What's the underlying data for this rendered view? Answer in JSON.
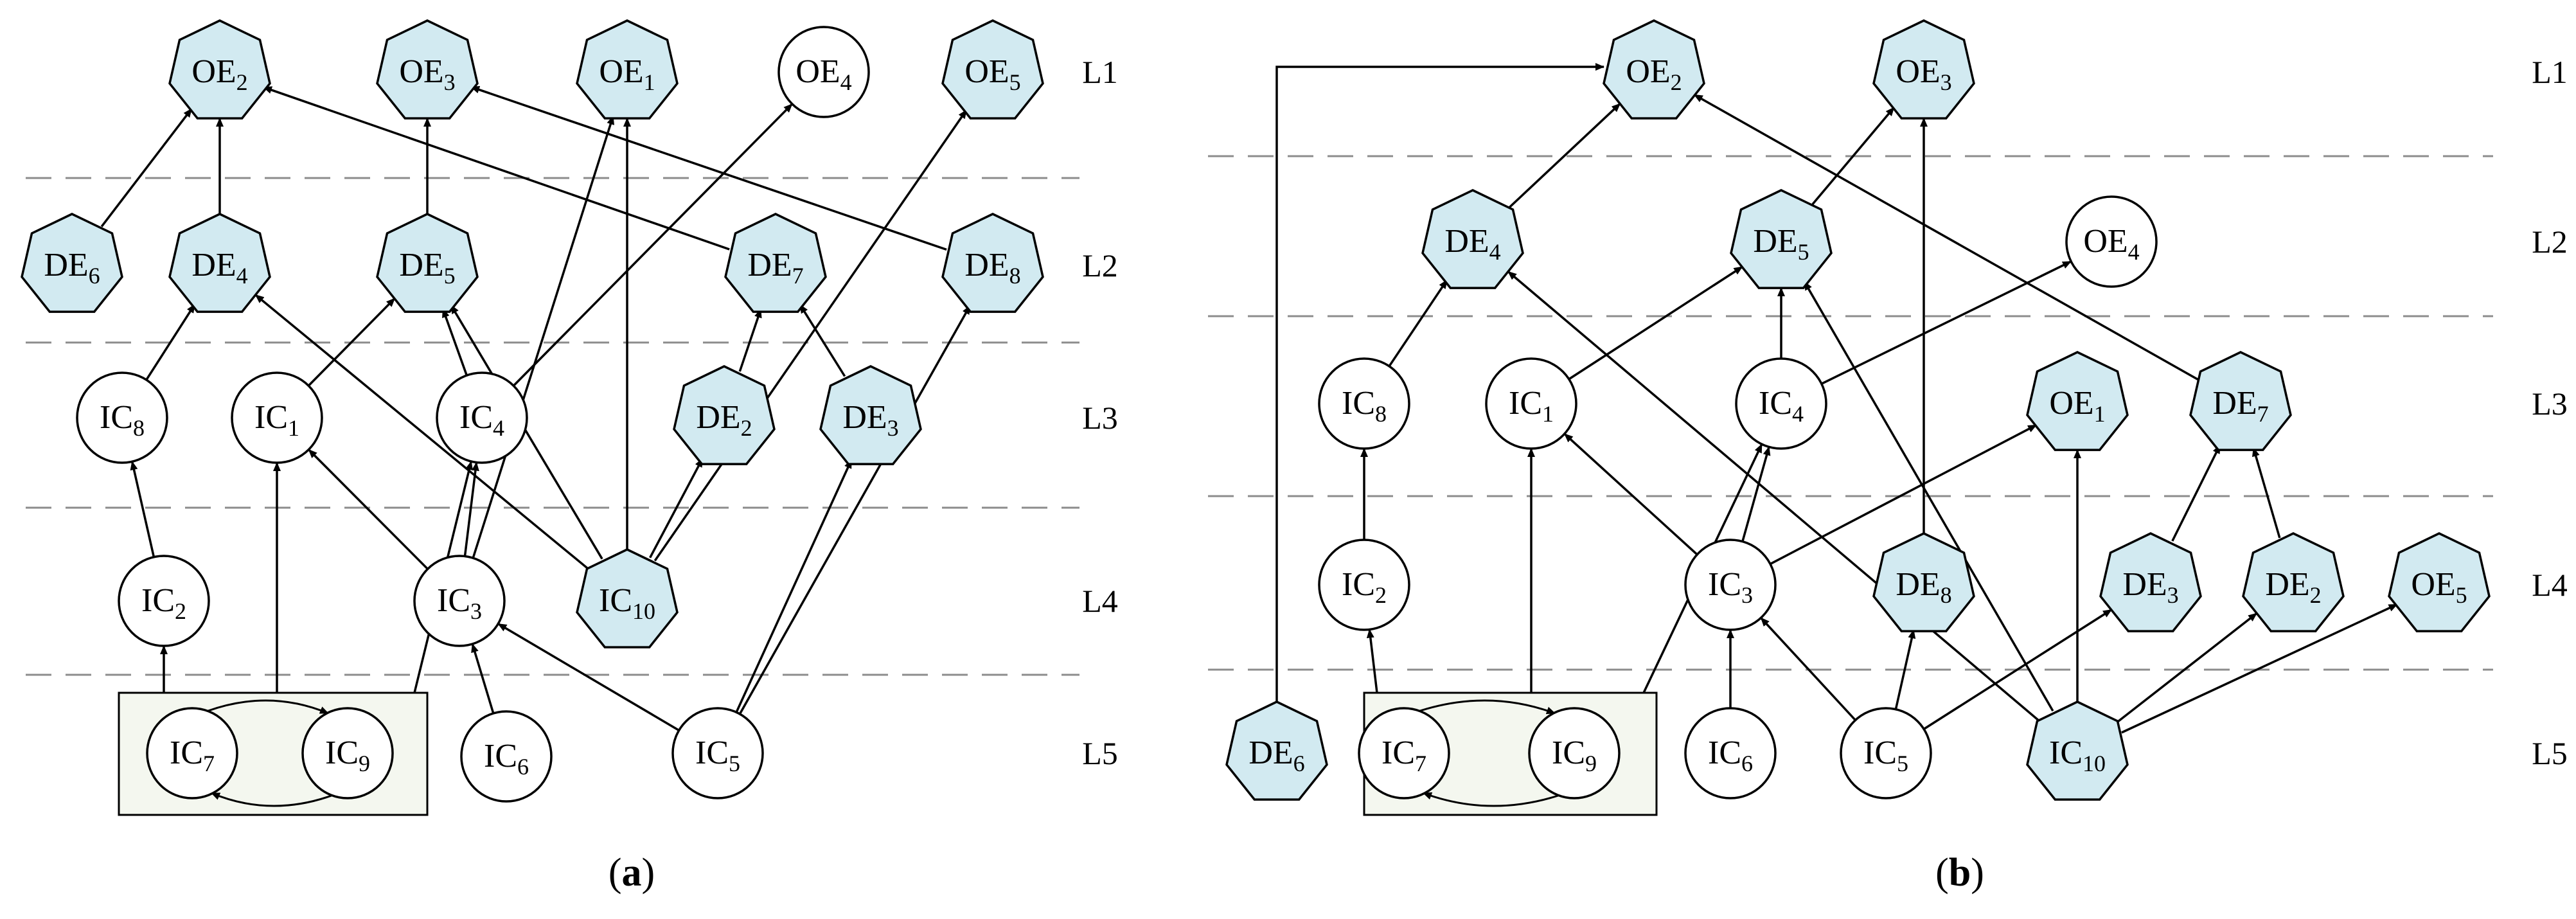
{
  "colors": {
    "hexagon_fill": "#d2eaf1",
    "circle_fill": "#ffffff",
    "group_box_fill": "#f4f7ef",
    "stroke": "#000000",
    "dashed_line": "#8c8c8c"
  },
  "panels": [
    {
      "id": "a",
      "caption_letter": "a",
      "levels": [
        "L1",
        "L2",
        "L3",
        "L4",
        "L5"
      ],
      "nodes": [
        {
          "id": "OE2",
          "main": "OE",
          "sub": "2",
          "shape": "heptagon"
        },
        {
          "id": "OE3",
          "main": "OE",
          "sub": "3",
          "shape": "heptagon"
        },
        {
          "id": "OE1",
          "main": "OE",
          "sub": "1",
          "shape": "heptagon"
        },
        {
          "id": "OE4",
          "main": "OE",
          "sub": "4",
          "shape": "circle"
        },
        {
          "id": "OE5",
          "main": "OE",
          "sub": "5",
          "shape": "heptagon"
        },
        {
          "id": "DE6",
          "main": "DE",
          "sub": "6",
          "shape": "heptagon"
        },
        {
          "id": "DE4",
          "main": "DE",
          "sub": "4",
          "shape": "heptagon"
        },
        {
          "id": "DE5",
          "main": "DE",
          "sub": "5",
          "shape": "heptagon"
        },
        {
          "id": "DE7",
          "main": "DE",
          "sub": "7",
          "shape": "heptagon"
        },
        {
          "id": "DE8",
          "main": "DE",
          "sub": "8",
          "shape": "heptagon"
        },
        {
          "id": "IC8",
          "main": "IC",
          "sub": "8",
          "shape": "circle"
        },
        {
          "id": "IC1",
          "main": "IC",
          "sub": "1",
          "shape": "circle"
        },
        {
          "id": "IC4",
          "main": "IC",
          "sub": "4",
          "shape": "circle"
        },
        {
          "id": "DE2",
          "main": "DE",
          "sub": "2",
          "shape": "heptagon"
        },
        {
          "id": "DE3",
          "main": "DE",
          "sub": "3",
          "shape": "heptagon"
        },
        {
          "id": "IC2",
          "main": "IC",
          "sub": "2",
          "shape": "circle"
        },
        {
          "id": "IC3",
          "main": "IC",
          "sub": "3",
          "shape": "circle"
        },
        {
          "id": "IC10",
          "main": "IC",
          "sub": "10",
          "shape": "heptagon"
        },
        {
          "id": "IC7",
          "main": "IC",
          "sub": "7",
          "shape": "circle"
        },
        {
          "id": "IC9",
          "main": "IC",
          "sub": "9",
          "shape": "circle"
        },
        {
          "id": "IC6",
          "main": "IC",
          "sub": "6",
          "shape": "circle"
        },
        {
          "id": "IC5",
          "main": "IC",
          "sub": "5",
          "shape": "circle"
        }
      ],
      "edges": [
        [
          "DE6",
          "OE2"
        ],
        [
          "DE4",
          "OE2"
        ],
        [
          "DE7",
          "OE2"
        ],
        [
          "DE5",
          "OE3"
        ],
        [
          "DE8",
          "OE3"
        ],
        [
          "IC3",
          "OE1"
        ],
        [
          "IC10",
          "OE1"
        ],
        [
          "IC4",
          "OE4"
        ],
        [
          "IC10",
          "OE5"
        ],
        [
          "IC8",
          "DE4"
        ],
        [
          "IC10",
          "DE4"
        ],
        [
          "IC1",
          "DE5"
        ],
        [
          "IC4",
          "DE5"
        ],
        [
          "IC10",
          "DE5"
        ],
        [
          "DE2",
          "DE7"
        ],
        [
          "DE3",
          "DE7"
        ],
        [
          "IC5",
          "DE8"
        ],
        [
          "IC2",
          "IC8"
        ],
        [
          "IC7-box",
          "IC1"
        ],
        [
          "IC7-box",
          "IC4"
        ],
        [
          "IC3",
          "IC1"
        ],
        [
          "IC3",
          "IC4"
        ],
        [
          "IC10",
          "DE2"
        ],
        [
          "IC5",
          "DE3"
        ],
        [
          "IC7-box",
          "IC2"
        ],
        [
          "IC6",
          "IC3"
        ],
        [
          "IC5",
          "IC3"
        ]
      ]
    },
    {
      "id": "b",
      "caption_letter": "b",
      "levels": [
        "L1",
        "L2",
        "L3",
        "L4",
        "L5"
      ],
      "nodes": [
        {
          "id": "OE2",
          "main": "OE",
          "sub": "2",
          "shape": "heptagon"
        },
        {
          "id": "OE3",
          "main": "OE",
          "sub": "3",
          "shape": "heptagon"
        },
        {
          "id": "DE4",
          "main": "DE",
          "sub": "4",
          "shape": "heptagon"
        },
        {
          "id": "DE5",
          "main": "DE",
          "sub": "5",
          "shape": "heptagon"
        },
        {
          "id": "OE4",
          "main": "OE",
          "sub": "4",
          "shape": "circle"
        },
        {
          "id": "IC8",
          "main": "IC",
          "sub": "8",
          "shape": "circle"
        },
        {
          "id": "IC1",
          "main": "IC",
          "sub": "1",
          "shape": "circle"
        },
        {
          "id": "IC4",
          "main": "IC",
          "sub": "4",
          "shape": "circle"
        },
        {
          "id": "OE1",
          "main": "OE",
          "sub": "1",
          "shape": "heptagon"
        },
        {
          "id": "DE7",
          "main": "DE",
          "sub": "7",
          "shape": "heptagon"
        },
        {
          "id": "IC2",
          "main": "IC",
          "sub": "2",
          "shape": "circle"
        },
        {
          "id": "IC3",
          "main": "IC",
          "sub": "3",
          "shape": "circle"
        },
        {
          "id": "DE8",
          "main": "DE",
          "sub": "8",
          "shape": "heptagon"
        },
        {
          "id": "DE3",
          "main": "DE",
          "sub": "3",
          "shape": "heptagon"
        },
        {
          "id": "DE2",
          "main": "DE",
          "sub": "2",
          "shape": "heptagon"
        },
        {
          "id": "OE5",
          "main": "OE",
          "sub": "5",
          "shape": "heptagon"
        },
        {
          "id": "DE6",
          "main": "DE",
          "sub": "6",
          "shape": "heptagon"
        },
        {
          "id": "IC7",
          "main": "IC",
          "sub": "7",
          "shape": "circle"
        },
        {
          "id": "IC9",
          "main": "IC",
          "sub": "9",
          "shape": "circle"
        },
        {
          "id": "IC6",
          "main": "IC",
          "sub": "6",
          "shape": "circle"
        },
        {
          "id": "IC5",
          "main": "IC",
          "sub": "5",
          "shape": "circle"
        },
        {
          "id": "IC10",
          "main": "IC",
          "sub": "10",
          "shape": "heptagon"
        }
      ],
      "edges": [
        [
          "DE6",
          "OE2"
        ],
        [
          "DE4",
          "OE2"
        ],
        [
          "DE7",
          "OE2"
        ],
        [
          "DE5",
          "OE3"
        ],
        [
          "DE8",
          "OE3"
        ],
        [
          "IC8",
          "DE4"
        ],
        [
          "IC10",
          "DE4"
        ],
        [
          "IC1",
          "DE5"
        ],
        [
          "IC4",
          "DE5"
        ],
        [
          "IC10",
          "DE5"
        ],
        [
          "IC4",
          "OE4"
        ],
        [
          "IC2",
          "IC8"
        ],
        [
          "IC7-box",
          "IC1"
        ],
        [
          "IC7-box",
          "IC4"
        ],
        [
          "IC3",
          "IC1"
        ],
        [
          "IC3",
          "IC4"
        ],
        [
          "IC3",
          "OE1"
        ],
        [
          "IC10",
          "OE1"
        ],
        [
          "DE3",
          "DE7"
        ],
        [
          "DE2",
          "DE7"
        ],
        [
          "IC7-box",
          "IC2"
        ],
        [
          "IC6",
          "IC3"
        ],
        [
          "IC5",
          "IC3"
        ],
        [
          "IC5",
          "DE8"
        ],
        [
          "IC5",
          "DE3"
        ],
        [
          "IC10",
          "DE2"
        ],
        [
          "IC10",
          "OE5"
        ]
      ]
    }
  ]
}
